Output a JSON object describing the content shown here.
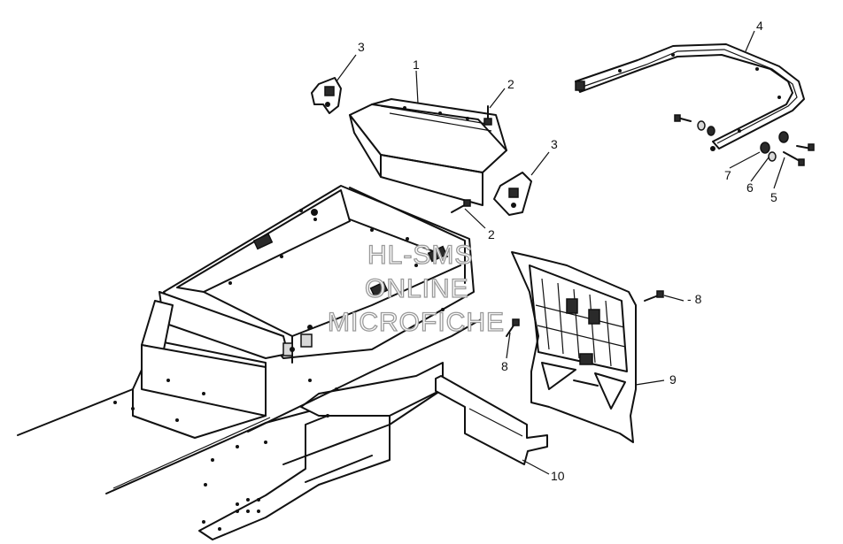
{
  "callouts": [
    {
      "id": "c1",
      "label": "1"
    },
    {
      "id": "c2a",
      "label": "2"
    },
    {
      "id": "c2b",
      "label": "2"
    },
    {
      "id": "c3a",
      "label": "3"
    },
    {
      "id": "c3b",
      "label": "3"
    },
    {
      "id": "c4",
      "label": "4"
    },
    {
      "id": "c5",
      "label": "5"
    },
    {
      "id": "c6",
      "label": "6"
    },
    {
      "id": "c7",
      "label": "7"
    },
    {
      "id": "c8a",
      "label": "8"
    },
    {
      "id": "c8b",
      "label": "8"
    },
    {
      "id": "c9",
      "label": "9"
    },
    {
      "id": "c10",
      "label": "10"
    }
  ],
  "watermark": {
    "line1": "HL-SMS",
    "line2": "ONLINE",
    "line3": "MICROFICHE"
  },
  "colors": {
    "line": "#111111",
    "background": "#ffffff",
    "watermark_outline": "#9a9a9a"
  }
}
